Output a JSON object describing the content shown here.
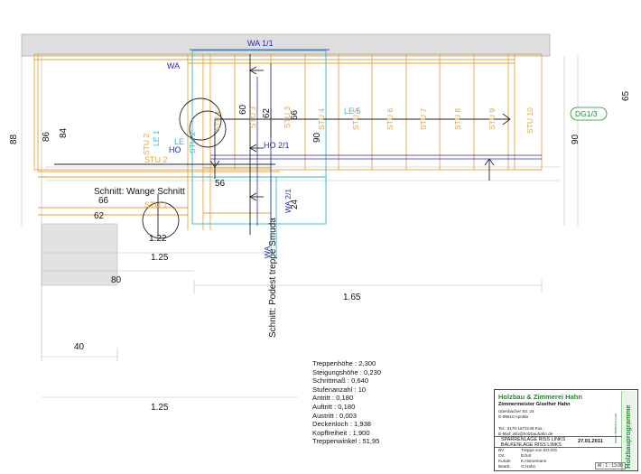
{
  "drawing": {
    "labels": {
      "wa_1_1": "WA 1/1",
      "wa": "WA",
      "wa_2_1": "WA 2/1",
      "wa_rot": "WA",
      "dg": "DG1/3",
      "ho": "HO",
      "ho_2_1": "HO 2/1",
      "le_1": "LE 1",
      "le_5": "LE 5",
      "le_2": "LE",
      "stu_1": "STU 1",
      "stu_2": "STU 2",
      "stu_2b": "STU 2",
      "stu_3": "STU 3",
      "stu_4": "STU 4",
      "stu_5": "STU 5",
      "stu_6": "STU 6",
      "stu_7": "STU 7",
      "stu_8": "STU 8",
      "stu_9": "STU 9",
      "stu_10": "STU 10",
      "stu_1b": "STU 1",
      "stu_2c": "STU 2",
      "section_wange": "Schnitt:  Wange Schnitt",
      "section_podest": "Schnitt:  Podest treppe Smuda"
    },
    "dimensions": {
      "d88": "88",
      "d86": "86",
      "d84": "84",
      "d60": "60",
      "d62": "62",
      "d66a": "66",
      "d90a": "90",
      "d90b": "90",
      "d65": "65",
      "d56": "56",
      "d24": "24",
      "d66b": "66",
      "d62b": "62",
      "d122": "1.22",
      "d125a": "1.25",
      "d80": "80",
      "d165": "1.65",
      "d40": "40",
      "d125b": "1.25"
    }
  },
  "stair_parameters": [
    {
      "label": "Treppenhöhe",
      "value": "2,300"
    },
    {
      "label": "Steigungshöhe",
      "value": "0,230"
    },
    {
      "label": "Schrittmaß",
      "value": "0,640"
    },
    {
      "label": "Stufenanzahl",
      "value": "10"
    },
    {
      "label": "Antritt",
      "value": "0,180"
    },
    {
      "label": "Auftritt",
      "value": "0,180"
    },
    {
      "label": "Austritt",
      "value": "0,003"
    },
    {
      "label": "Deckenloch",
      "value": "1,938"
    },
    {
      "label": "Kopffreiheit",
      "value": "1,900"
    },
    {
      "label": "Treppenwinkel",
      "value": "51,95"
    }
  ],
  "title_block": {
    "company": "Holzbau & Zimmerei Hahn",
    "owner": "Zimmermeister Giselher Hahn",
    "address_lines": [
      "Ubenbacher Str. 24",
      "D-99510 Apolda",
      "",
      "Tel.: 0170-1674149  Fax.:",
      "E-Mail: info@holzbauhahn.de"
    ],
    "logo_text": "Holzbauprogramme",
    "logo_small": "www.dietrichs.com",
    "sheet_lines": [
      "SPARRENLAGE RISS LINKS",
      "BALKENLAGE RISS LINKS"
    ],
    "date": "27.01.2011",
    "meta": [
      {
        "key": "BV",
        "value": "Treppe von EG-DG"
      },
      {
        "key": "Ort",
        "value": "Erfurt"
      },
      {
        "key": "Kunde",
        "value": "K.Heinemann"
      },
      {
        "key": "Bearb.",
        "value": "G.Hahn"
      }
    ],
    "scale": "M : 1 : 13.00"
  },
  "colors": {
    "orange": "#e8a23a",
    "blue": "#1f2fb0",
    "cyan": "#2fb8c8",
    "green": "#1d8a2e",
    "gray": "#c8c8c8",
    "dark": "#222222"
  }
}
